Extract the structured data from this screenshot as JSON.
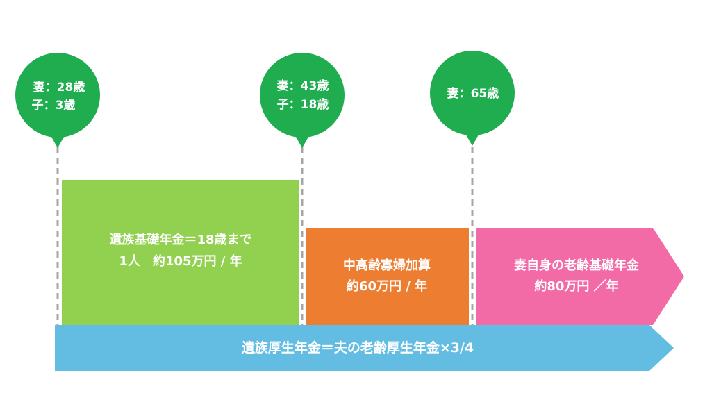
{
  "colors": {
    "pin": "#1fad4f",
    "divider": "#a6a6a6",
    "survivor_basic": "#92d050",
    "widow_addition": "#ed7d31",
    "wife_old_age": "#f26ba7",
    "survivor_employees": "#63bde3"
  },
  "milestones": [
    {
      "line1": "妻：28歳",
      "line2": "子：3歳"
    },
    {
      "line1": "妻：43歳",
      "line2": "子：18歳"
    },
    {
      "line1": "妻：65歳",
      "line2": ""
    }
  ],
  "boxes": {
    "survivor_basic": {
      "line1": "遺族基礎年金＝18歳まで",
      "line2": "1人　約105万円 / 年"
    },
    "widow_addition": {
      "line1": "中高齢寡婦加算",
      "line2": "約60万円 / 年"
    },
    "wife_old_age": {
      "line1": "妻自身の老齢基礎年金",
      "line2": "約80万円 ／年"
    }
  },
  "bottom_bar": {
    "label": "遺族厚生年金＝夫の老齢厚生年金×3/4"
  }
}
